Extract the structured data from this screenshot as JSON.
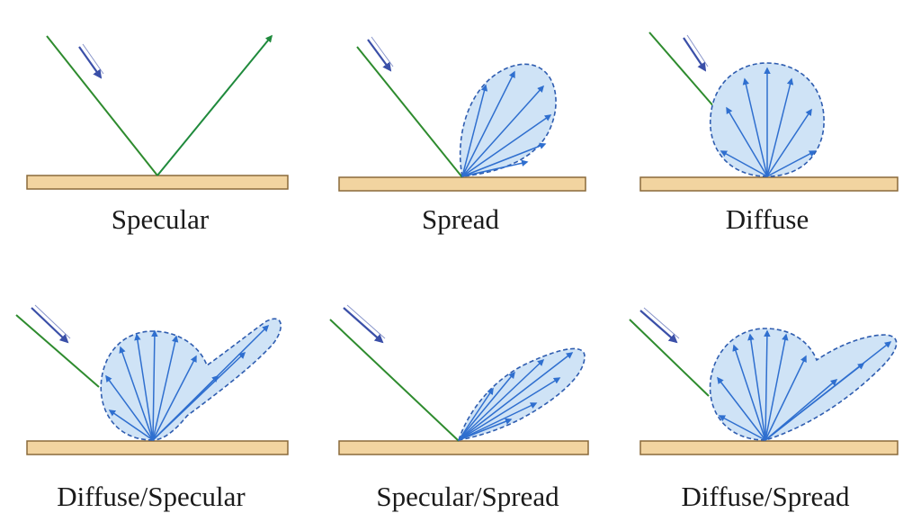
{
  "colors": {
    "surface_fill": "#f2d4a0",
    "surface_stroke": "#8a6a3a",
    "incident_ray": "#2e8b2e",
    "incident_arrow": "#3a4fa8",
    "specular_arrow": "#1f8a3c",
    "lobe_fill": "#cfe3f6",
    "lobe_stroke": "#2f5db0",
    "reflect_ray": "#2f6fcf",
    "label_text": "#1a1a1a"
  },
  "panels": [
    {
      "label": "Specular",
      "type": "specular"
    },
    {
      "label": "Spread",
      "type": "spread"
    },
    {
      "label": "Diffuse",
      "type": "diffuse"
    },
    {
      "label": "Diffuse/Specular",
      "type": "diffuse_specular"
    },
    {
      "label": "Specular/Spread",
      "type": "specular_spread"
    },
    {
      "label": "Diffuse/Spread",
      "type": "diffuse_spread"
    }
  ]
}
